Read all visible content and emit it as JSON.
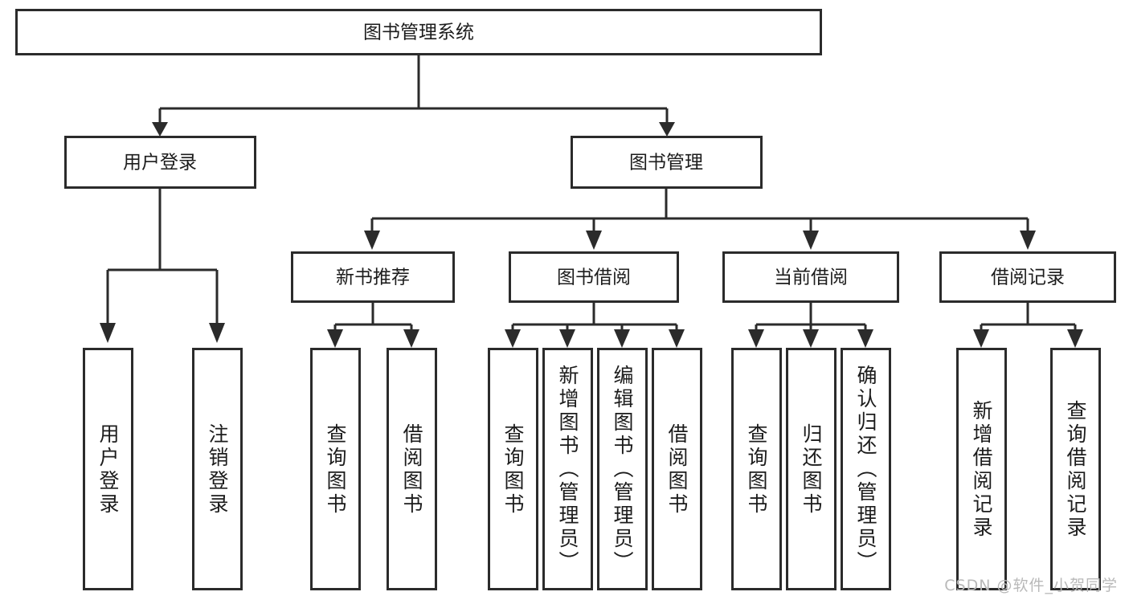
{
  "diagram": {
    "title": "图书管理系统",
    "watermark": "CSDN @软件_小贺同学",
    "colors": {
      "stroke": "#2b2b2b",
      "fill": "#ffffff",
      "text": "#1c1c1c",
      "watermark": "#b9b9b9",
      "background": "#ffffff"
    },
    "root": {
      "label": "图书管理系统"
    },
    "level2": [
      {
        "label": "用户登录"
      },
      {
        "label": "图书管理"
      }
    ],
    "level3": [
      {
        "label": "新书推荐"
      },
      {
        "label": "图书借阅"
      },
      {
        "label": "当前借阅"
      },
      {
        "label": "借阅记录"
      }
    ],
    "leaves": {
      "user_login": [
        {
          "label": "用户登录"
        },
        {
          "label": "注销登录"
        }
      ],
      "new_book_recommend": [
        {
          "label": "查询图书"
        },
        {
          "label": "借阅图书"
        }
      ],
      "book_borrow": [
        {
          "label": "查询图书"
        },
        {
          "label": "新增图书（管理员）"
        },
        {
          "label": "编辑图书（管理员）"
        },
        {
          "label": "借阅图书"
        }
      ],
      "current_borrow": [
        {
          "label": "查询图书"
        },
        {
          "label": "归还图书"
        },
        {
          "label": "确认归还（管理员）"
        }
      ],
      "borrow_records": [
        {
          "label": "新增借阅记录"
        },
        {
          "label": "查询借阅记录"
        }
      ]
    }
  }
}
